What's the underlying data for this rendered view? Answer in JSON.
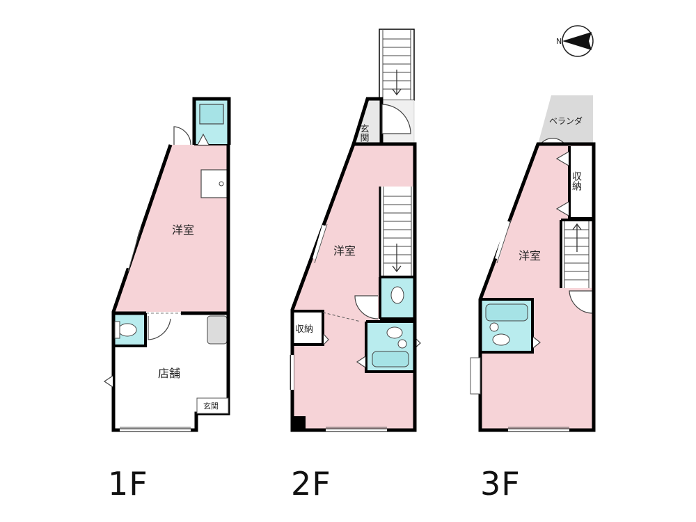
{
  "compass": {
    "north_letter": "N",
    "icon": "north-arrow-icon"
  },
  "floors": [
    {
      "label": "1F",
      "rooms": {
        "western_room": "洋室",
        "shop": "店舗",
        "entrance": "玄関"
      }
    },
    {
      "label": "2F",
      "rooms": {
        "entrance": "玄関",
        "western_room": "洋室",
        "storage": "収納"
      }
    },
    {
      "label": "3F",
      "rooms": {
        "veranda": "ベランダ",
        "storage": "収納",
        "western_room": "洋室"
      }
    }
  ],
  "colors": {
    "room_fill": "#f6d3d7",
    "wet_fill": "#b9ecee",
    "veranda_fill": "#dadada",
    "wall": "#000000"
  }
}
